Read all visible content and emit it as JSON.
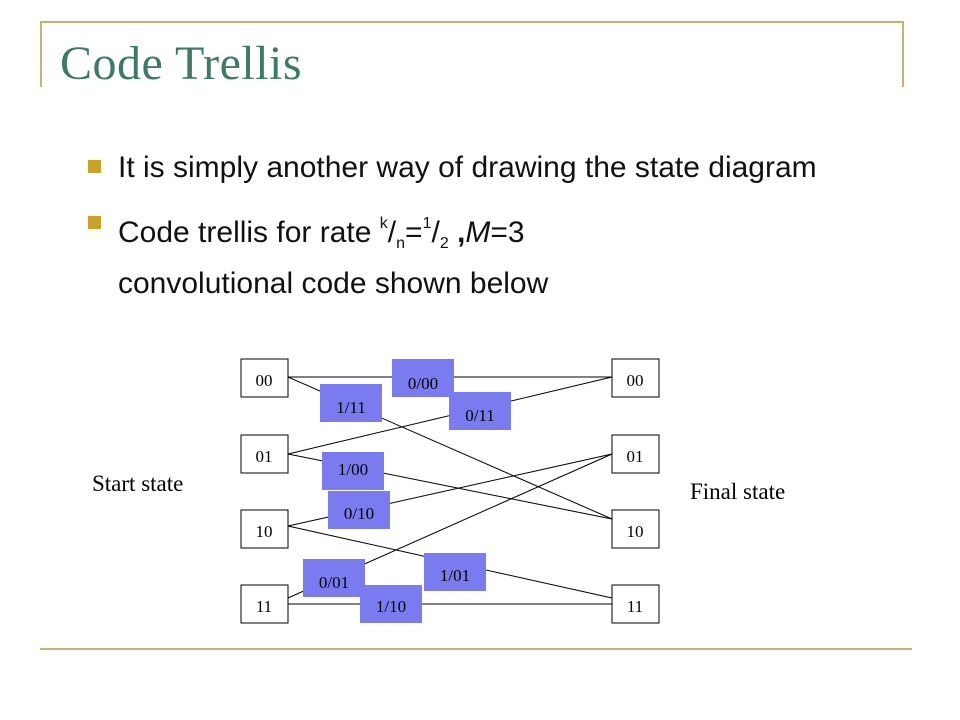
{
  "slide": {
    "title": "Code Trellis",
    "bullet1": "It is simply another way of drawing the state diagram",
    "bullet2": {
      "lead": "Code trellis for rate ",
      "k": "k",
      "slash1": "/",
      "n": "n",
      "eq": "=",
      "one": "1",
      "slash2": "/",
      "two": "2",
      "comma": " ,",
      "m": "M",
      "m_value": "=3",
      "tail": "convolutional code shown below"
    }
  },
  "trellis": {
    "start_label": "Start state",
    "final_label": "Final state",
    "start_states": [
      "00",
      "01",
      "10",
      "11"
    ],
    "final_states": [
      "00",
      "01",
      "10",
      "11"
    ],
    "transition_labels": {
      "t_00_00": "0/00",
      "t_00_10": "1/11",
      "t_01_00": "0/11",
      "t_01_10": "1/00",
      "t_10_01": "0/10",
      "t_10_11": "1/01",
      "t_11_01": "0/01",
      "t_11_11": "1/10"
    },
    "label_fill": "#7b7bf0",
    "line_color": "#000000"
  }
}
